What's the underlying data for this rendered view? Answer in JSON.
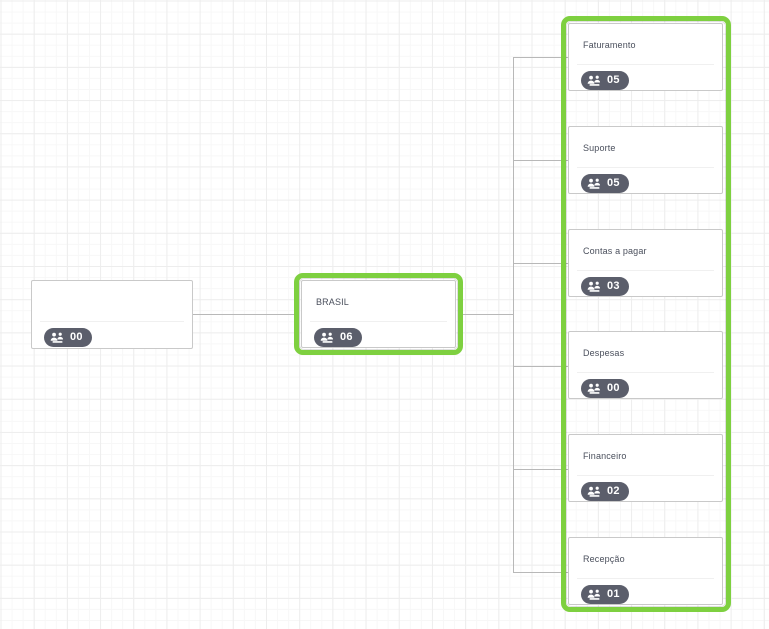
{
  "app": {
    "view_name": "org-chart-canvas",
    "background": "#ffffff",
    "grid_minor_color": "#f7f7f7",
    "grid_major_color": "#ededed"
  },
  "theme": {
    "selection_color": "#7ed040",
    "badge_background": "#5b5e6b",
    "badge_text": "#ffffff",
    "node_border": "#c9c9c9",
    "node_background": "#ffffff",
    "title_color": "#4a4f5c",
    "connector_color": "#b8b8b8"
  },
  "icons": {
    "members": "group-people-icon"
  },
  "nodes": {
    "root": {
      "title": "",
      "count": "00",
      "selected": false
    },
    "branch": {
      "title": "BRASIL",
      "count": "06",
      "selected": true
    },
    "children": [
      {
        "title": "Faturamento",
        "count": "05"
      },
      {
        "title": "Suporte",
        "count": "05"
      },
      {
        "title": "Contas a pagar",
        "count": "03"
      },
      {
        "title": "Despesas",
        "count": "00"
      },
      {
        "title": "Financeiro",
        "count": "02"
      },
      {
        "title": "Recepção",
        "count": "01"
      }
    ]
  }
}
